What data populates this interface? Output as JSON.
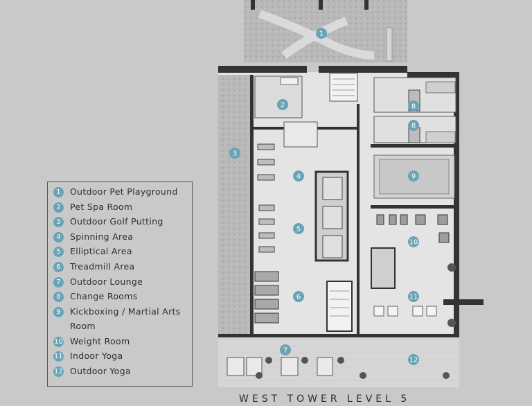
{
  "legend": {
    "items": [
      {
        "num": "1",
        "label": "Outdoor Pet Playground"
      },
      {
        "num": "2",
        "label": "Pet Spa Room"
      },
      {
        "num": "3",
        "label": "Outdoor Golf Putting"
      },
      {
        "num": "4",
        "label": "Spinning Area"
      },
      {
        "num": "5",
        "label": "Elliptical Area"
      },
      {
        "num": "6",
        "label": "Treadmill Area"
      },
      {
        "num": "7",
        "label": "Outdoor Lounge"
      },
      {
        "num": "8",
        "label": "Change Rooms"
      },
      {
        "num": "9",
        "label": "Kickboxing / Martial Arts Room"
      },
      {
        "num": "10",
        "label": "Weight Room"
      },
      {
        "num": "11",
        "label": "Indoor Yoga"
      },
      {
        "num": "12",
        "label": "Outdoor Yoga"
      }
    ]
  },
  "markers": {
    "m1": "1",
    "m2": "2",
    "m3": "3",
    "m4": "4",
    "m5": "5",
    "m6": "6",
    "m7": "7",
    "m8a": "8",
    "m8b": "8",
    "m9": "9",
    "m10": "10",
    "m11": "11",
    "m12": "12"
  },
  "caption": "WEST TOWER LEVEL 5",
  "colors": {
    "marker": "#6aa3b3",
    "wall": "#333333",
    "floor": "#e6e6e6",
    "background": "#c9c9c9"
  }
}
